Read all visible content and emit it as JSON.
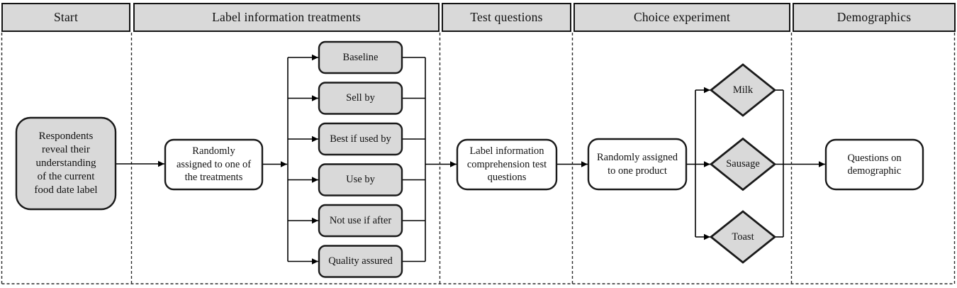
{
  "header": {
    "columns": [
      "Start",
      "Label information treatments",
      "Test questions",
      "Choice experiment",
      "Demographics"
    ]
  },
  "nodes": {
    "start": "Respondents\nreveal their\nunderstanding\nof the current\nfood date label",
    "assign_treatment": "Randomly\nassigned to one of\nthe treatments",
    "treatments": [
      "Baseline",
      "Sell by",
      "Best if used by",
      "Use by",
      "Not use if after",
      "Quality assured"
    ],
    "test_questions": "Label information\ncomprehension test\nquestions",
    "assign_product": "Randomly assigned\nto one product",
    "products": [
      "Milk",
      "Sausage",
      "Toast"
    ],
    "demographics": "Questions on\ndemographic"
  },
  "colors": {
    "node_fill_gray": "#d9d9d9",
    "node_fill_white": "#ffffff",
    "stroke": "#1a1a1a",
    "connector": "#000000"
  }
}
